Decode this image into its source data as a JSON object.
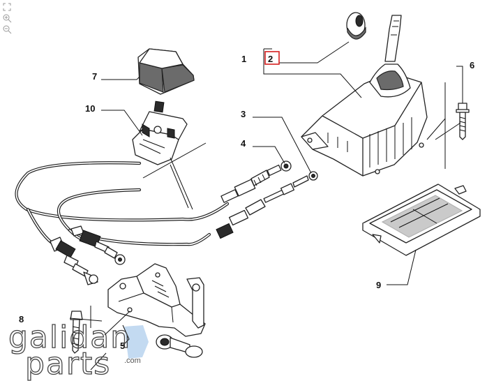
{
  "callouts": {
    "c1": "1",
    "c2": "2",
    "c3": "3",
    "c4": "4",
    "c5": "5",
    "c6": "6",
    "c7": "7",
    "c8": "8",
    "c9": "9",
    "c10": "10"
  },
  "highlight_color": "#d62020",
  "watermark": {
    "line1": "galidan",
    "line2": "parts",
    "suffix": ".com",
    "accent_color": "#b9d3ef"
  }
}
